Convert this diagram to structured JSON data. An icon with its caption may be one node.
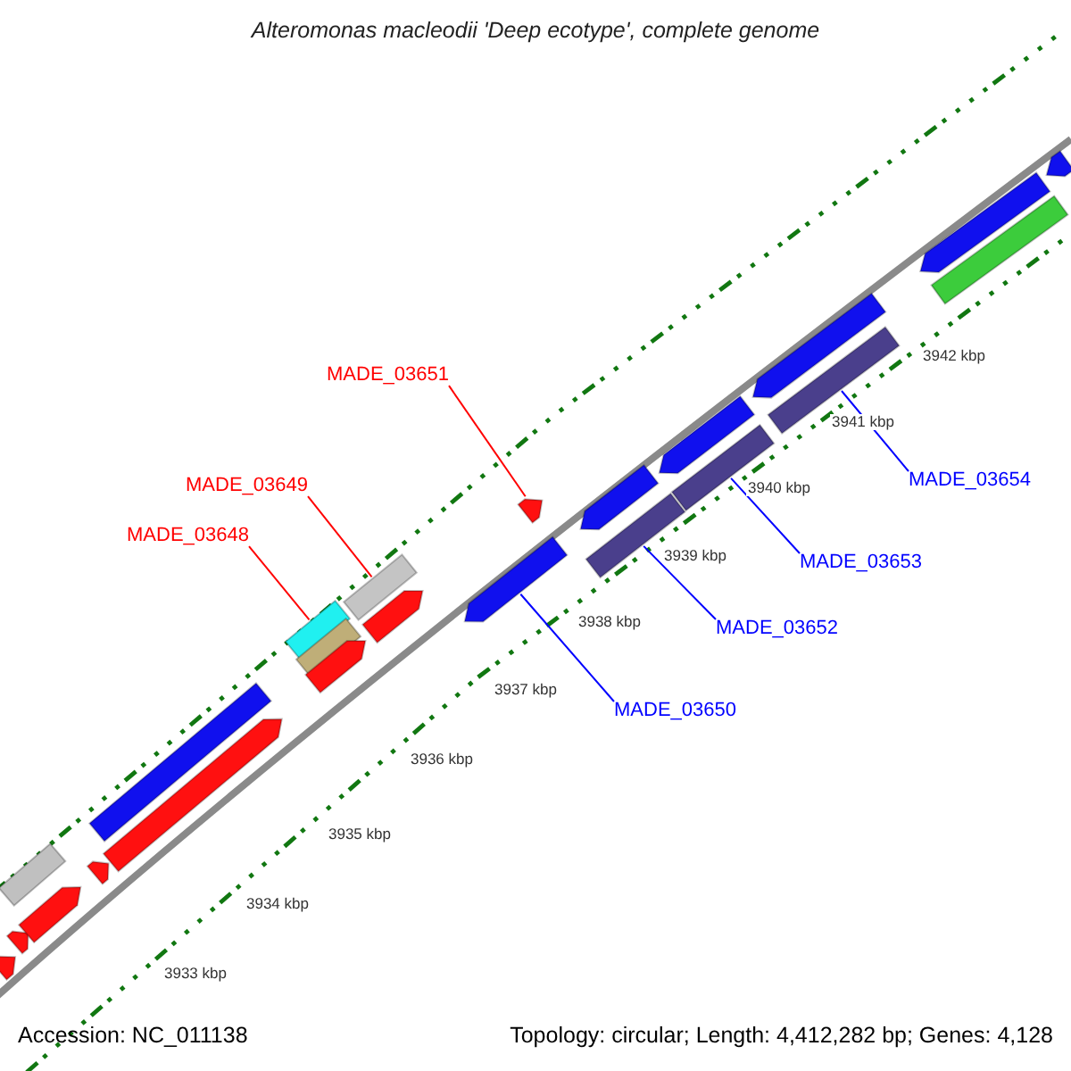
{
  "diagram": {
    "title": "Alteromonas macleodii 'Deep ecotype', complete genome",
    "nodes": [
      {
        "text": [
          "MADE_03651"
        ]
      },
      {
        "text": [
          "MADE_03649"
        ]
      },
      {
        "text": [
          "MADE_03648"
        ]
      },
      {
        "text": [
          "MADE_03650"
        ]
      },
      {
        "text": [
          "MADE_03652"
        ]
      },
      {
        "text": [
          "MADE_03653"
        ]
      },
      {
        "text": [
          "MADE_03654"
        ]
      },
      {
        "text": [],
        "shape": "bar"
      },
      {
        "text": [],
        "shape": "bar"
      },
      {
        "text": [],
        "shape": "bar"
      },
      {
        "text": [],
        "shape": "bar"
      },
      {
        "text": [],
        "shape": "bar"
      },
      {
        "text": [],
        "shape": "bar"
      },
      {
        "text": [],
        "shape": "bar"
      },
      {
        "text": [],
        "shape": "bar"
      },
      {
        "text": [],
        "shape": "bar"
      },
      {
        "text": [],
        "shape": "bar"
      },
      {
        "text": [],
        "shape": "bar"
      },
      {
        "text": [],
        "shape": "bar"
      },
      {
        "text": [],
        "shape": "bar"
      },
      {
        "text": [],
        "shape": "bar"
      },
      {
        "text": [],
        "shape": "bar"
      },
      {
        "text": [],
        "shape": "bar"
      },
      {
        "text": [],
        "shape": "bar"
      },
      {
        "text": [],
        "shape": "bar"
      },
      {
        "text": [],
        "shape": "bar"
      },
      {
        "text": [],
        "shape": "bar"
      },
      {
        "text": [],
        "shape": "bar"
      },
      {
        "text": [],
        "shape": "bar"
      },
      {
        "text": [],
        "shape": "bar"
      }
    ],
    "edges": [
      {
        "from": 0,
        "to": 20,
        "arrow": "none",
        "color": "#ff0000"
      },
      {
        "from": 1,
        "to": 17,
        "arrow": "none",
        "color": "#ff0000"
      },
      {
        "from": 2,
        "to": 14,
        "arrow": "none",
        "color": "#ff0000"
      },
      {
        "from": 3,
        "to": 19,
        "arrow": "none"
      },
      {
        "from": 4,
        "to": 22,
        "arrow": "none"
      },
      {
        "from": 5,
        "to": 24,
        "arrow": "none"
      },
      {
        "from": 6,
        "to": 26,
        "arrow": "none"
      }
    ],
    "labels": [
      "3933 kbp",
      "3934 kbp",
      "3935 kbp",
      "3936 kbp",
      "3937 kbp",
      "3938 kbp",
      "3939 kbp",
      "3940 kbp",
      "3941 kbp",
      "3942 kbp",
      "Accession: NC_011138",
      "Topology: circular; Length: 4,412,282 bp; Genes: 4,128"
    ]
  }
}
